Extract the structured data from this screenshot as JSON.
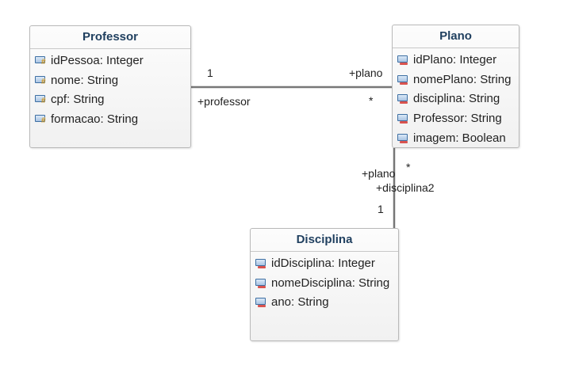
{
  "classes": {
    "professor": {
      "name": "Professor",
      "attributes": [
        {
          "text": "idPessoa: Integer",
          "icon": "protected-attribute-icon"
        },
        {
          "text": "nome: String",
          "icon": "protected-attribute-icon"
        },
        {
          "text": "cpf: String",
          "icon": "protected-attribute-icon"
        },
        {
          "text": "formacao: String",
          "icon": "protected-attribute-icon"
        }
      ]
    },
    "plano": {
      "name": "Plano",
      "attributes": [
        {
          "text": "idPlano: Integer",
          "icon": "private-attribute-icon"
        },
        {
          "text": "nomePlano: String",
          "icon": "private-attribute-icon"
        },
        {
          "text": "disciplina: String",
          "icon": "private-attribute-icon"
        },
        {
          "text": "Professor: String",
          "icon": "private-attribute-icon"
        },
        {
          "text": "imagem: Boolean",
          "icon": "private-attribute-icon"
        }
      ]
    },
    "disciplina": {
      "name": "Disciplina",
      "attributes": [
        {
          "text": "idDisciplina: Integer",
          "icon": "private-attribute-icon"
        },
        {
          "text": "nomeDisciplina: String",
          "icon": "private-attribute-icon"
        },
        {
          "text": "ano: String",
          "icon": "private-attribute-icon"
        }
      ]
    }
  },
  "associations": {
    "professor_plano": {
      "professor_multiplicity": "1",
      "professor_role": "+professor",
      "plano_multiplicity": "*",
      "plano_role": "+plano"
    },
    "plano_disciplina": {
      "plano_multiplicity": "*",
      "plano_role": "+plano",
      "disciplina_multiplicity": "1",
      "disciplina_role": "+disciplina2"
    }
  },
  "colors": {
    "class_name": "#1f3f5f",
    "connector": "#777777",
    "attribute_icon": "#3d6fa3",
    "protected_mark": "#d99a1a",
    "private_mark": "#d9534f"
  }
}
